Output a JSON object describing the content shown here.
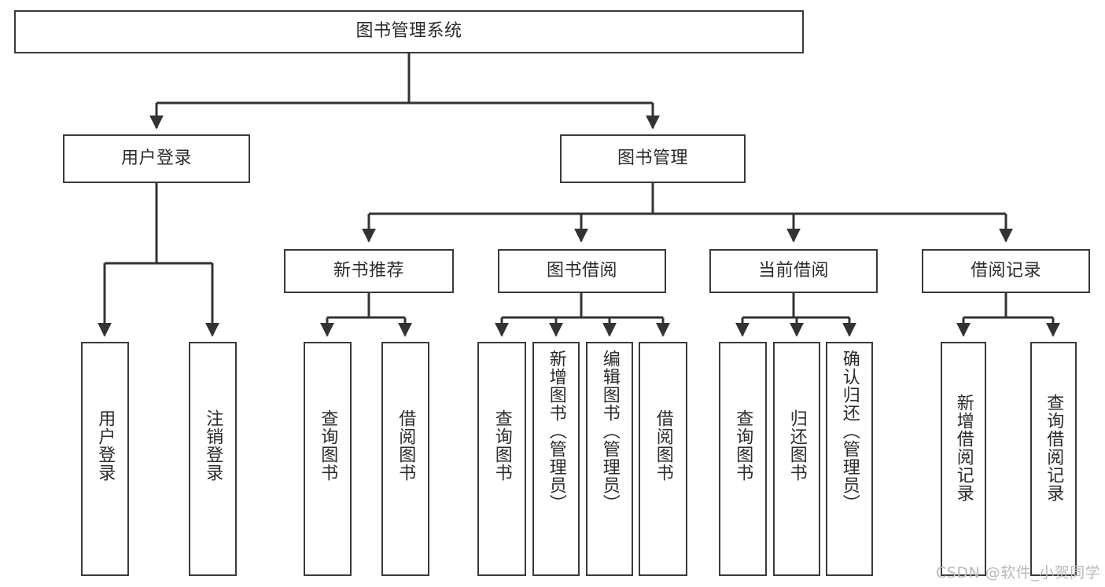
{
  "diagram": {
    "type": "tree-hierarchy",
    "title": "图书管理系统",
    "watermark": "CSDN @软件_小贺同学",
    "colors": {
      "box_border": "#3a3a3a",
      "box_fill": "#ffffff",
      "connector": "#333333",
      "text": "#2b2b2b",
      "watermark": "#b9b9b9"
    },
    "levels": {
      "root": {
        "label": "图书管理系统"
      },
      "level1": [
        {
          "label": "用户登录"
        },
        {
          "label": "图书管理"
        }
      ],
      "level2": [
        {
          "label": "新书推荐"
        },
        {
          "label": "图书借阅"
        },
        {
          "label": "当前借阅"
        },
        {
          "label": "借阅记录"
        }
      ],
      "leaves_user_login": [
        {
          "label": "用户登录"
        },
        {
          "label": "注销登录"
        }
      ],
      "leaves_new_book": [
        {
          "label": "查询图书"
        },
        {
          "label": "借阅图书"
        }
      ],
      "leaves_borrow": [
        {
          "label": "查询图书"
        },
        {
          "label": "新增图书（管理员）"
        },
        {
          "label": "编辑图书（管理员）"
        },
        {
          "label": "借阅图书"
        }
      ],
      "leaves_current": [
        {
          "label": "查询图书"
        },
        {
          "label": "归还图书"
        },
        {
          "label": "确认归还（管理员）"
        }
      ],
      "leaves_records": [
        {
          "label": "新增借阅记录"
        },
        {
          "label": "查询借阅记录"
        }
      ]
    }
  }
}
